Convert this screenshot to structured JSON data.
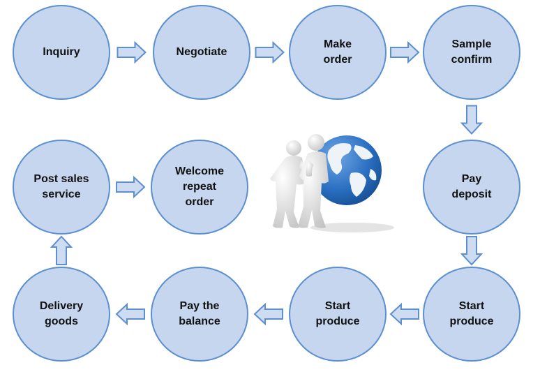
{
  "diagram": {
    "colors": {
      "node_fill": "#c5d6ee",
      "node_stroke": "#5b8fd0",
      "arrow_fill": "#cddcf0",
      "arrow_stroke": "#5b8fd0",
      "globe_ocean": "#2a6fc1",
      "globe_land": "#eef3f8",
      "figure": "#e6e6e6"
    },
    "steps": [
      {
        "id": "inquiry",
        "label": "Inquiry"
      },
      {
        "id": "negotiate",
        "label": "Negotiate"
      },
      {
        "id": "make-order",
        "label": "Make\norder"
      },
      {
        "id": "sample-confirm",
        "label": "Sample\nconfirm"
      },
      {
        "id": "pay-deposit",
        "label": "Pay\ndeposit"
      },
      {
        "id": "start-produce-1",
        "label": "Start\nproduce"
      },
      {
        "id": "start-produce-2",
        "label": "Start\nproduce"
      },
      {
        "id": "pay-balance",
        "label": "Pay the\nbalance"
      },
      {
        "id": "delivery-goods",
        "label": "Delivery\ngoods"
      },
      {
        "id": "post-sales-service",
        "label": "Post sales\nservice"
      },
      {
        "id": "welcome-repeat-order",
        "label": "Welcome\nrepeat\norder"
      }
    ],
    "arrows": [
      {
        "from": "inquiry",
        "to": "negotiate"
      },
      {
        "from": "negotiate",
        "to": "make-order"
      },
      {
        "from": "make-order",
        "to": "sample-confirm"
      },
      {
        "from": "sample-confirm",
        "to": "pay-deposit"
      },
      {
        "from": "pay-deposit",
        "to": "start-produce-1"
      },
      {
        "from": "start-produce-1",
        "to": "start-produce-2"
      },
      {
        "from": "start-produce-2",
        "to": "pay-balance"
      },
      {
        "from": "pay-balance",
        "to": "delivery-goods"
      },
      {
        "from": "delivery-goods",
        "to": "post-sales-service"
      },
      {
        "from": "post-sales-service",
        "to": "welcome-repeat-order"
      }
    ],
    "center_image": {
      "icon": "handshake-globe-icon"
    }
  }
}
